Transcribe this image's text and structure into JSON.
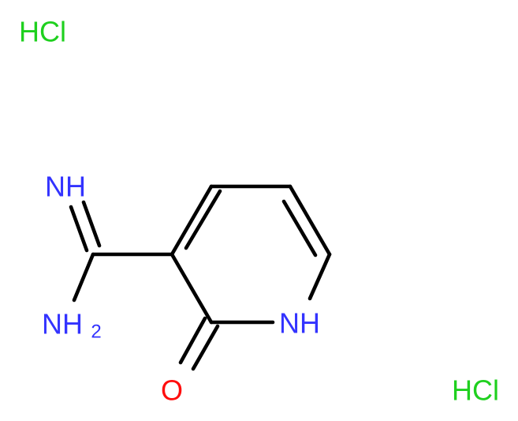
{
  "molecule": {
    "atoms": {
      "imine_nh": "NH",
      "amine_nh2": "NH",
      "amine_sub": "2",
      "ring_nh": "NH",
      "carbonyl_o": "O"
    },
    "salts": {
      "top_left": "HCl",
      "bottom_right": "HCl"
    }
  },
  "colors": {
    "bond": "#000000",
    "nitrogen": "#3333FF",
    "oxygen": "#FF0D0D",
    "chlorine": "#1FD01F"
  }
}
